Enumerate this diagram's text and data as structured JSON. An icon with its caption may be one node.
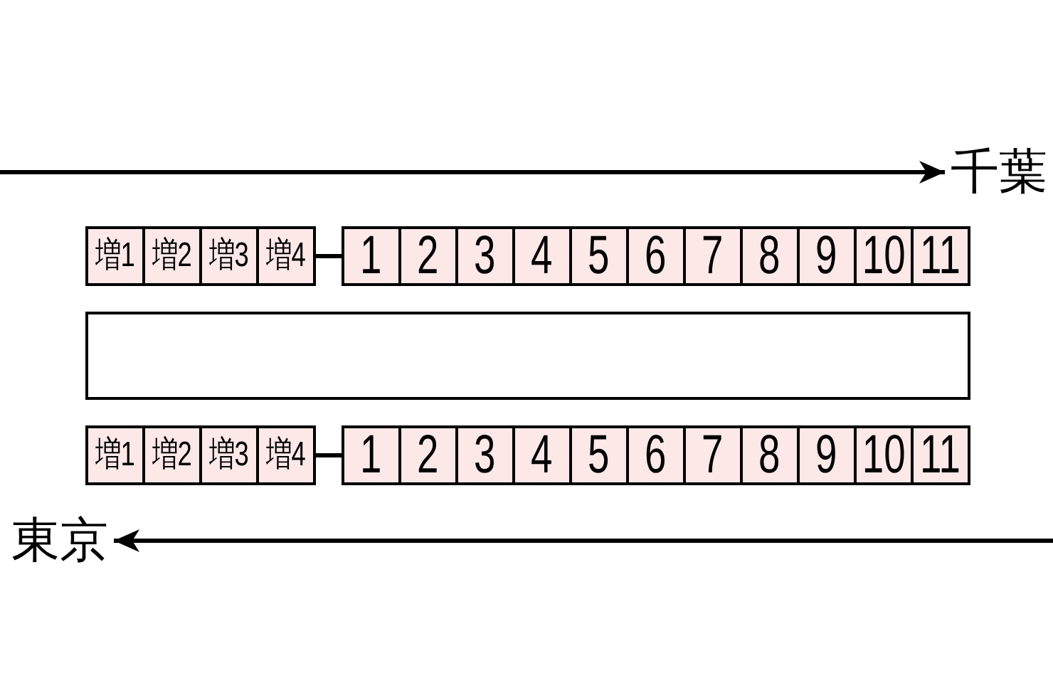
{
  "diagram": {
    "nodes": [
      {
        "text": [
          "千葉"
        ]
      },
      {
        "text": [
          "増1"
        ]
      },
      {
        "text": [
          "増2"
        ]
      },
      {
        "text": [
          "増3"
        ]
      },
      {
        "text": [
          "増4"
        ]
      },
      {
        "text": [
          "1"
        ]
      },
      {
        "text": [
          "2"
        ]
      },
      {
        "text": [
          "3"
        ]
      },
      {
        "text": [
          "4"
        ]
      },
      {
        "text": [
          "5"
        ]
      },
      {
        "text": [
          "6"
        ]
      },
      {
        "text": [
          "7"
        ]
      },
      {
        "text": [
          "8"
        ]
      },
      {
        "text": [
          "9"
        ]
      },
      {
        "text": [
          "10"
        ]
      },
      {
        "text": [
          "11"
        ]
      },
      {
        "text": [],
        "shape": "box"
      },
      {
        "text": [
          "増1"
        ]
      },
      {
        "text": [
          "増2"
        ]
      },
      {
        "text": [
          "増3"
        ]
      },
      {
        "text": [
          "増4"
        ]
      },
      {
        "text": [
          "1"
        ]
      },
      {
        "text": [
          "2"
        ]
      },
      {
        "text": [
          "3"
        ]
      },
      {
        "text": [
          "4"
        ]
      },
      {
        "text": [
          "5"
        ]
      },
      {
        "text": [
          "6"
        ]
      },
      {
        "text": [
          "7"
        ]
      },
      {
        "text": [
          "8"
        ]
      },
      {
        "text": [
          "9"
        ]
      },
      {
        "text": [
          "10"
        ]
      },
      {
        "text": [
          "11"
        ]
      },
      {
        "text": [
          "東京"
        ]
      }
    ],
    "edges": [
      {
        "from": null,
        "to": 0,
        "arrow": "to"
      },
      {
        "from": 4,
        "to": 5,
        "arrow": "none"
      },
      {
        "from": 20,
        "to": 21,
        "arrow": "none"
      },
      {
        "from": null,
        "to": 32,
        "arrow": "to"
      }
    ]
  }
}
